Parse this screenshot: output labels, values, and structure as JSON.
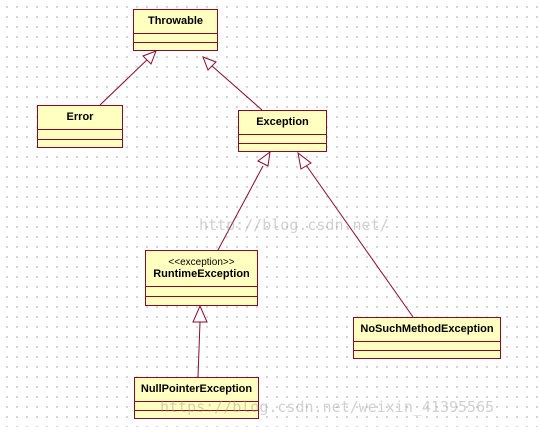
{
  "diagram": {
    "classes": {
      "throwable": {
        "name": "Throwable"
      },
      "error": {
        "name": "Error"
      },
      "exception": {
        "name": "Exception"
      },
      "runtime_exception": {
        "stereotype": "<<exception>>",
        "name": "RuntimeException"
      },
      "no_such_method_exception": {
        "name": "NoSuchMethodException"
      },
      "null_pointer_exception": {
        "name": "NullPointerException"
      }
    },
    "relations": [
      {
        "from": "Error",
        "to": "Throwable",
        "type": "generalization"
      },
      {
        "from": "Exception",
        "to": "Throwable",
        "type": "generalization"
      },
      {
        "from": "RuntimeException",
        "to": "Exception",
        "type": "generalization"
      },
      {
        "from": "NoSuchMethodException",
        "to": "Exception",
        "type": "generalization"
      },
      {
        "from": "NullPointerException",
        "to": "RuntimeException",
        "type": "generalization"
      }
    ],
    "colors": {
      "fill": "#ffffc0",
      "border": "#8b0a2a",
      "background_dots": "#c8c8c8"
    }
  },
  "watermark": {
    "middle": "http://blog.csdn.net/",
    "bottom": "https://blog.csdn.net/weixin_41395565"
  }
}
